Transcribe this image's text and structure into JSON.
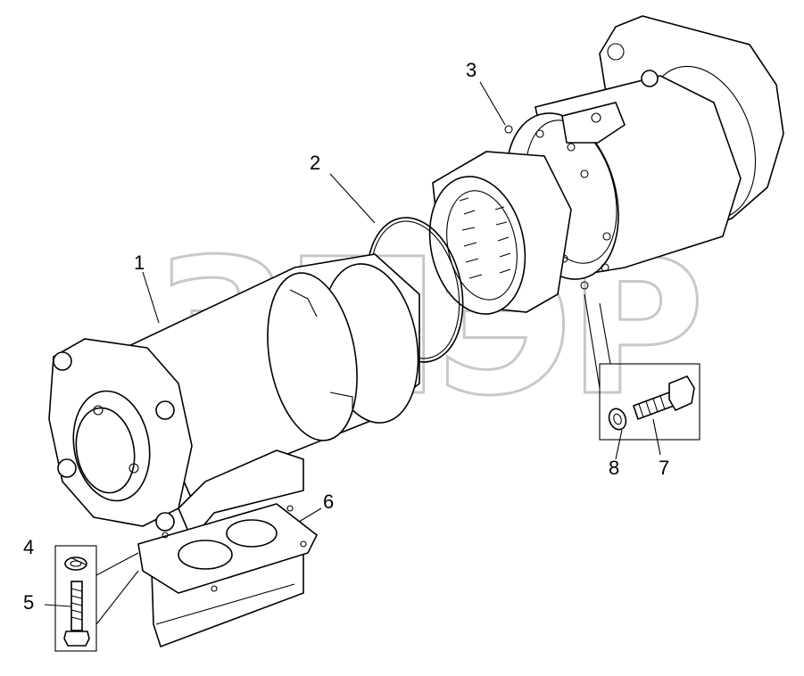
{
  "watermark": "ЗПЭР",
  "callouts": [
    {
      "id": "1",
      "label": "1"
    },
    {
      "id": "2",
      "label": "2"
    },
    {
      "id": "3",
      "label": "3"
    },
    {
      "id": "4",
      "label": "4"
    },
    {
      "id": "5",
      "label": "5"
    },
    {
      "id": "6",
      "label": "6"
    },
    {
      "id": "7",
      "label": "7"
    },
    {
      "id": "8",
      "label": "8"
    }
  ],
  "parts": [
    {
      "id": "1",
      "name": "pump-housing"
    },
    {
      "id": "2",
      "name": "o-ring"
    },
    {
      "id": "3",
      "name": "flange-adapter"
    },
    {
      "id": "4",
      "name": "lock-washer"
    },
    {
      "id": "5",
      "name": "bolt"
    },
    {
      "id": "6",
      "name": "gasket"
    },
    {
      "id": "7",
      "name": "bolt"
    },
    {
      "id": "8",
      "name": "lock-washer"
    }
  ]
}
